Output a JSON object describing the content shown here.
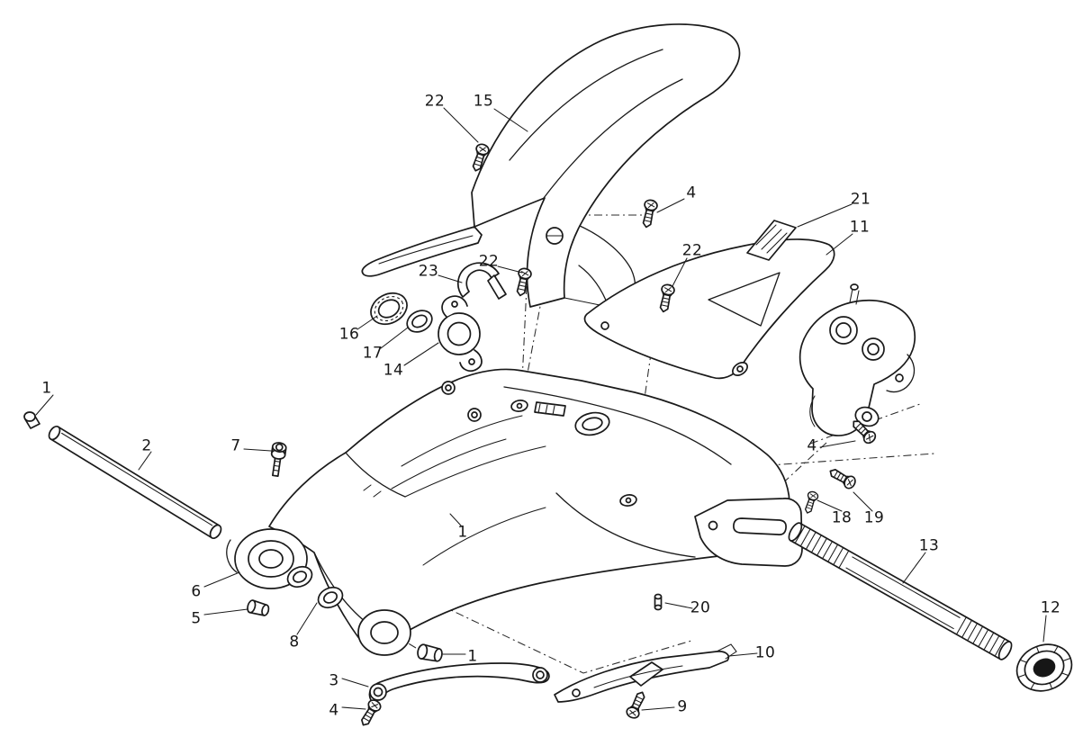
{
  "figure": {
    "kind": "exploded-parts-diagram",
    "subject": "swingarm-assembly",
    "colors": {
      "background": "#ffffff",
      "line": "#1a1a1a"
    }
  },
  "callouts": [
    {
      "label": "22",
      "target": "screw-fender-front"
    },
    {
      "label": "15",
      "target": "rear-fender"
    },
    {
      "label": "4",
      "target": "screw-fender-rear"
    },
    {
      "label": "21",
      "target": "decal"
    },
    {
      "label": "11",
      "target": "chain-guard"
    },
    {
      "label": "23",
      "target": "cable-clamp"
    },
    {
      "label": "22",
      "target": "screw-fender-mid"
    },
    {
      "label": "22",
      "target": "screw-chain-guard"
    },
    {
      "label": "16",
      "target": "bearing"
    },
    {
      "label": "17",
      "target": "washer-bearing"
    },
    {
      "label": "14",
      "target": "bearing-housing"
    },
    {
      "label": "1",
      "target": "pivot-bolt"
    },
    {
      "label": "2",
      "target": "pivot-shaft"
    },
    {
      "label": "7",
      "target": "pivot-screw"
    },
    {
      "label": "4",
      "target": "screw-caliper"
    },
    {
      "label": "18",
      "target": "adjuster-screw"
    },
    {
      "label": "19",
      "target": "adjuster-bolt"
    },
    {
      "label": "6",
      "target": "pivot-boss"
    },
    {
      "label": "5",
      "target": "bushing-front"
    },
    {
      "label": "8",
      "target": "washers-pivot"
    },
    {
      "label": "1",
      "target": "swingarm"
    },
    {
      "label": "13",
      "target": "wheel-axle"
    },
    {
      "label": "20",
      "target": "pin"
    },
    {
      "label": "1",
      "target": "bushing-center"
    },
    {
      "label": "12",
      "target": "axle-nut"
    },
    {
      "label": "3",
      "target": "torque-arm"
    },
    {
      "label": "10",
      "target": "chain-slider"
    },
    {
      "label": "4",
      "target": "screw-torque-arm"
    },
    {
      "label": "9",
      "target": "screw-slider"
    }
  ]
}
